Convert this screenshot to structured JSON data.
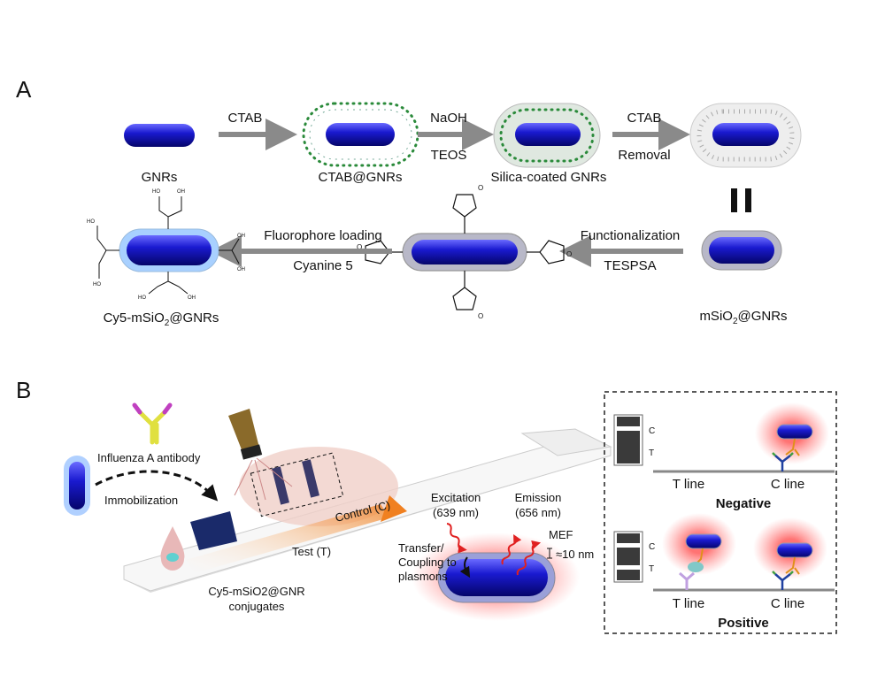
{
  "panel_a": {
    "label": "A",
    "steps": {
      "gnrs": "GNRs",
      "ctab": "CTAB",
      "ctab_gnrs": "CTAB@GNRs",
      "naoh": "NaOH",
      "teos": "TEOS",
      "silica": "Silica-coated GNRs",
      "ctab2": "CTAB",
      "removal": "Removal",
      "msio2_gnrs": "mSiO2@GNRs",
      "functionalization": "Functionalization",
      "tespsa": "TESPSA",
      "fluorophore_loading": "Fluorophore loading",
      "cyanine": "Cyanine 5",
      "cy5_msio2_gnrs": "Cy5-mSiO2@GNRs",
      "cooh": "HO",
      "oh": "OH",
      "o": "O"
    }
  },
  "panel_b": {
    "label": "B",
    "antibody_text": "Influenza A antibody",
    "immobilization": "Immobilization",
    "control": "Control (C)",
    "test": "Test (T)",
    "conjugates_1": "Cy5-mSiO2@GNR",
    "conjugates_2": "conjugates",
    "excitation": "Excitation",
    "excitation_wl": "(639 nm)",
    "emission": "Emission",
    "emission_wl": "(656 nm)",
    "mef": "MEF",
    "distance": "≈10 nm",
    "transfer_1": "Transfer/",
    "transfer_2": "Coupling to",
    "transfer_3": "plasmons",
    "strip_c": "C",
    "strip_t": "T",
    "t_line": "T line",
    "c_line": "C line",
    "negative": "Negative",
    "positive": "Positive"
  },
  "colors": {
    "gnr": "#1a1ad0",
    "arrow": "#8a8a8a",
    "glow": "#ff6060",
    "wave": "#e02020"
  }
}
